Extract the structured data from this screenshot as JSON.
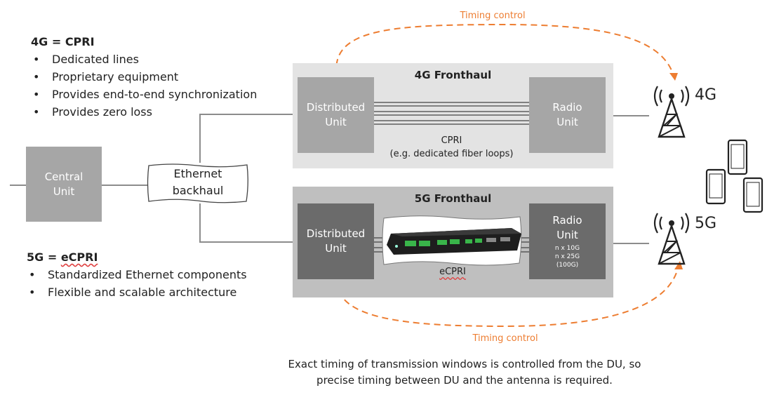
{
  "left_4g": {
    "heading_prefix": "4G = ",
    "heading_term": "CPRI",
    "items": [
      "Dedicated lines",
      "Proprietary equipment",
      "Provides end-to-end synchronization",
      "Provides zero loss"
    ]
  },
  "left_5g": {
    "heading_prefix": "5G = ",
    "heading_term": "eCPRI",
    "items": [
      "Standardized Ethernet components",
      "Flexible and scalable architecture"
    ]
  },
  "central_unit": {
    "line1": "Central",
    "line2": "Unit"
  },
  "ethernet_backhaul": {
    "line1": "Ethernet",
    "line2": "backhaul"
  },
  "fronthaul_4g": {
    "title": "4G Fronthaul",
    "du_line1": "Distributed",
    "du_line2": "Unit",
    "ru_line1": "Radio",
    "ru_line2": "Unit",
    "link_label": "CPRI",
    "link_sub": "(e.g. dedicated fiber loops)"
  },
  "fronthaul_5g": {
    "title": "5G Fronthaul",
    "du_line1": "Distributed",
    "du_line2": "Unit",
    "ru_line1": "Radio",
    "ru_line2": "Unit",
    "ru_spec1": "n x 10G",
    "ru_spec2": "n x 25G",
    "ru_spec3": "(100G)",
    "link_label": "eCPRI"
  },
  "tower_4g_label": "4G",
  "tower_5g_label": "5G",
  "timing_top": "Timing control",
  "timing_bottom": "Timing control",
  "footer": {
    "line1": "Exact timing of transmission windows is controlled from the DU, so",
    "line2": "precise timing between DU and the antenna is required."
  },
  "colors": {
    "accent_orange": "#ed7d31",
    "box_gray": "#a6a6a6",
    "box_dark": "#6b6b6b",
    "panel_light": "#e3e3e3",
    "panel_dark": "#bfbfbf",
    "line_gray": "#8c8c8c"
  },
  "icons": [
    "cell-tower-icon",
    "smartphone-icon",
    "network-switch-device"
  ]
}
